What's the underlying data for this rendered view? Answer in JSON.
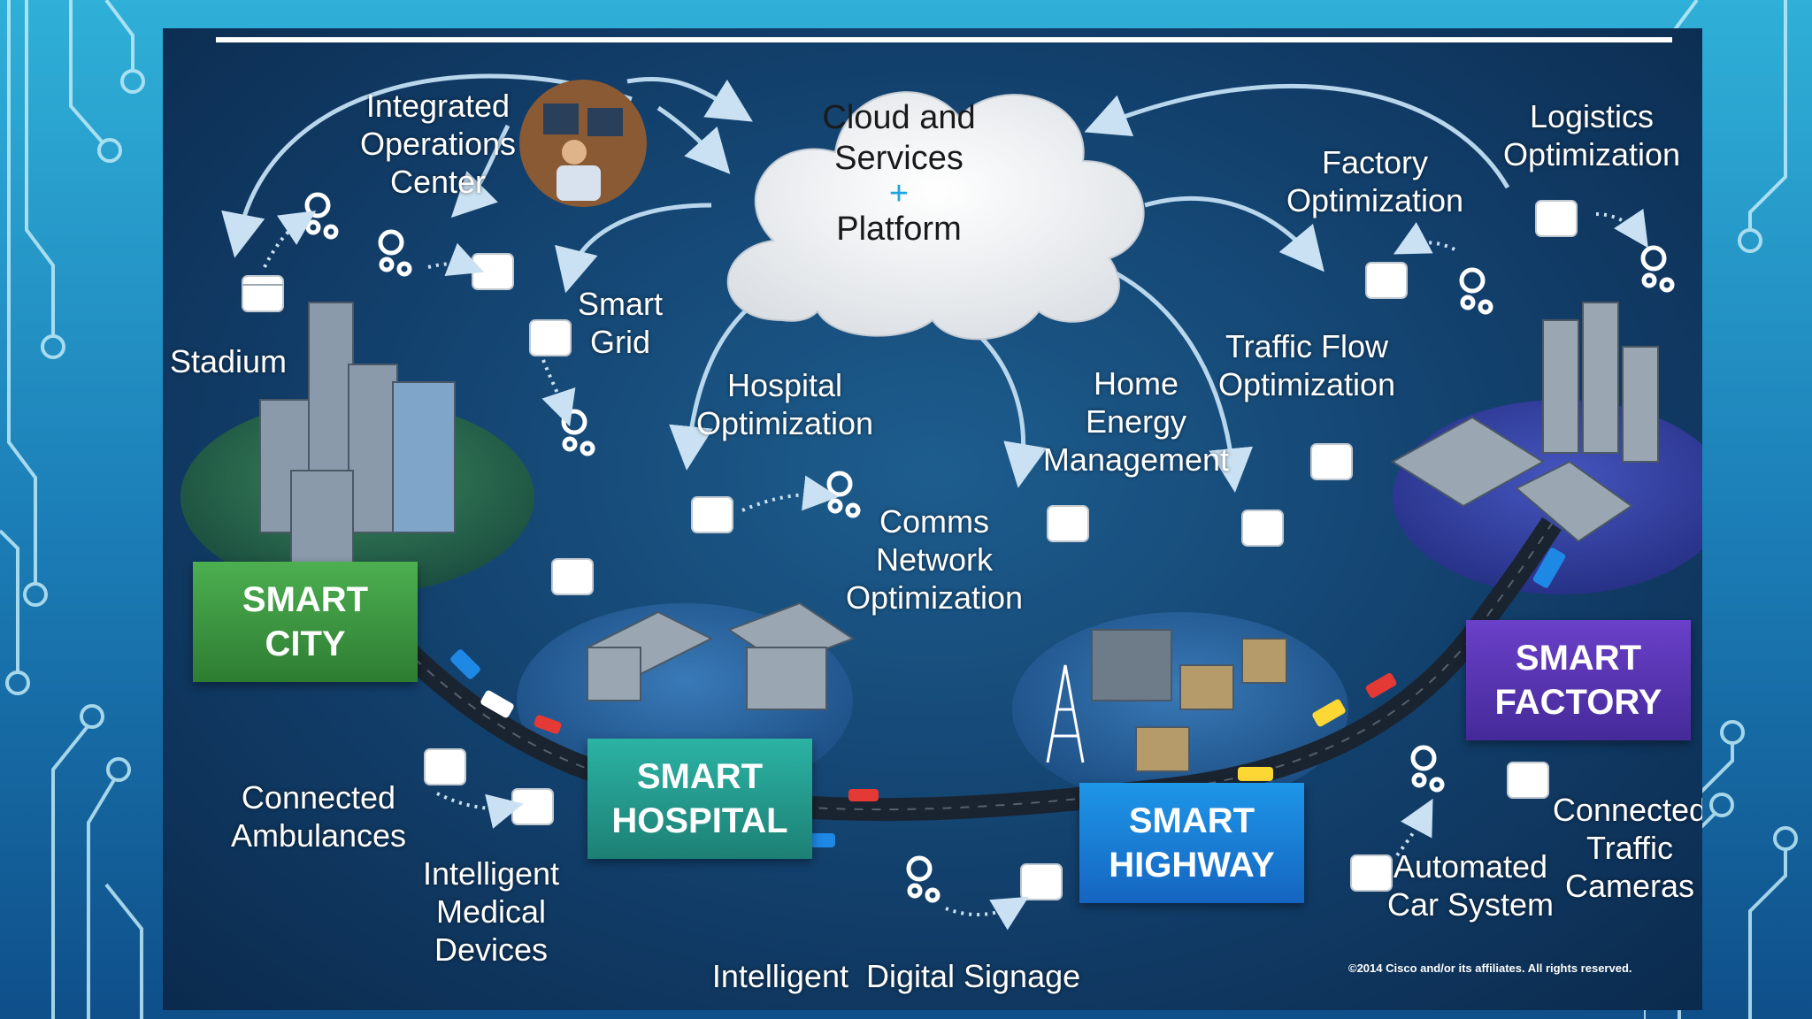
{
  "cloud": {
    "line1": "Cloud and",
    "line2": "Services",
    "plus": "+",
    "line3": "Platform"
  },
  "labels": {
    "ioc": "Integrated\nOperations\nCenter",
    "stadium": "Stadium",
    "smart_grid": "Smart\nGrid",
    "hospital_optimization": "Hospital\nOptimization",
    "comms_network": "Comms\nNetwork\nOptimization",
    "home_energy": "Home\nEnergy\nManagement",
    "traffic_flow": "Traffic Flow\nOptimization",
    "factory_optimization": "Factory\nOptimization",
    "logistics_optimization": "Logistics\nOptimization",
    "connected_ambulances": "Connected\nAmbulances",
    "intelligent_medical": "Intelligent\nMedical\nDevices",
    "digital_signage": "Intelligent  Digital Signage",
    "automated_car": "Automated\nCar System",
    "connected_traffic_cameras": "Connected\nTraffic\nCameras"
  },
  "zones": {
    "city": "SMART\nCITY",
    "hospital": "SMART\nHOSPITAL",
    "highway": "SMART\nHIGHWAY",
    "factory": "SMART\nFACTORY"
  },
  "copyright": "©2014 Cisco and/or its affiliates. All rights reserved.",
  "colors": {
    "city": "#43a047",
    "hospital": "#26a69a",
    "highway": "#1e88e5",
    "factory": "#5e35b1",
    "arrow": "#b9d7ec"
  }
}
